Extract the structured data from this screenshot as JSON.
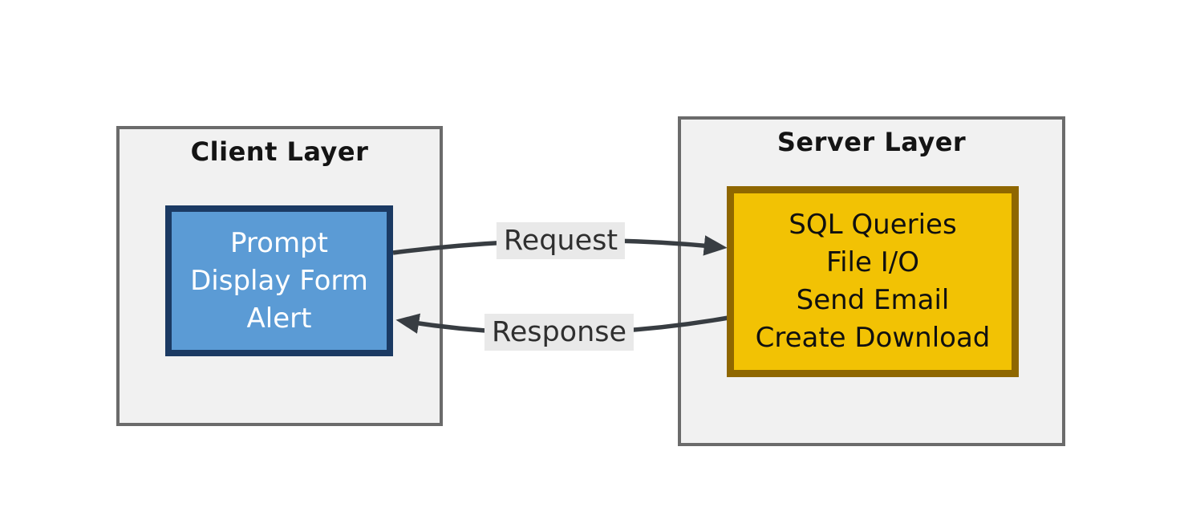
{
  "client": {
    "title": "Client Layer",
    "box_lines": [
      "Prompt",
      "Display Form",
      "Alert"
    ]
  },
  "server": {
    "title": "Server Layer",
    "box_lines": [
      "SQL Queries",
      "File I/O",
      "Send Email",
      "Create Download"
    ]
  },
  "arrows": {
    "request_label": "Request",
    "response_label": "Response"
  },
  "colors": {
    "container_fill": "#f1f1f1",
    "container_border": "#6b6b6b",
    "client_box_fill": "#5b9bd5",
    "client_box_border": "#1b3a63",
    "client_box_text": "#ffffff",
    "server_box_fill": "#f2c204",
    "server_box_border": "#8f6700",
    "server_box_text": "#101010",
    "arrow_stroke": "#383d42",
    "label_bg": "#e9e9e9",
    "label_text": "#2f2f2f"
  }
}
